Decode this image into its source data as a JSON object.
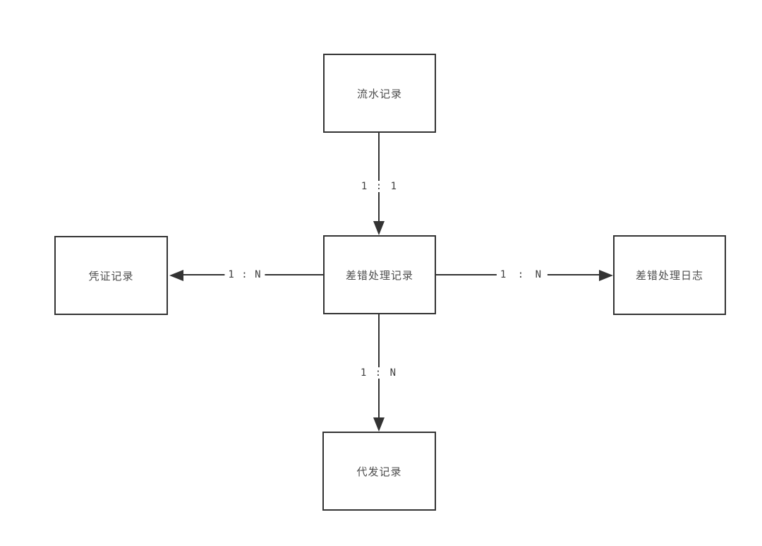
{
  "diagram": {
    "type": "entity-relationship",
    "background_color": "#ffffff",
    "line_color": "#333333",
    "node_text_color": "#4d4d4d",
    "nodes": [
      {
        "id": "flow-record",
        "label": "流水记录",
        "position": "top"
      },
      {
        "id": "error-handling-record",
        "label": "差错处理记录",
        "position": "center"
      },
      {
        "id": "voucher-record",
        "label": "凭证记录",
        "position": "left"
      },
      {
        "id": "error-handling-log",
        "label": "差错处理日志",
        "position": "right"
      },
      {
        "id": "agency-payment-record",
        "label": "代发记录",
        "position": "bottom"
      }
    ],
    "edges": [
      {
        "from": "流水记录",
        "to": "差错处理记录",
        "label": "1 : 1",
        "direction": "down"
      },
      {
        "from": "差错处理记录",
        "to": "凭证记录",
        "label": "1 : N",
        "direction": "left"
      },
      {
        "from": "差错处理记录",
        "to": "差错处理日志",
        "label": "1 : N",
        "direction": "right"
      },
      {
        "from": "差错处理记录",
        "to": "代发记录",
        "label": "1 : N",
        "direction": "down"
      }
    ]
  }
}
